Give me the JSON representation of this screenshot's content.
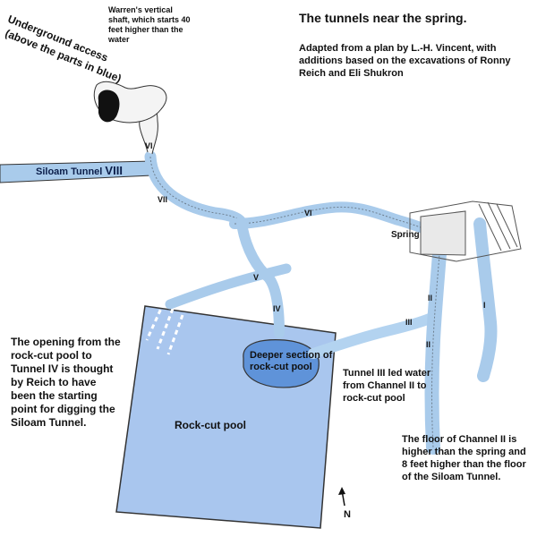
{
  "title": "The tunnels near the spring.",
  "subtitle": "Adapted from a plan by L.-H. Vincent, with additions based on the excavations of Ronny Reich and Eli Shukron",
  "underground_access": {
    "line1": "Underground access",
    "line2": "(above the parts in blue)"
  },
  "warren_shaft": "Warren's vertical shaft, which starts 40 feet higher than the water",
  "siloam_tunnel_label": "Siloam Tunnel",
  "tunnel_numbers": {
    "viii": "VIII",
    "vi_top": "VI",
    "vii": "VII",
    "vi": "VI",
    "v": "V",
    "iv": "IV",
    "iii": "III",
    "ii_upper": "II",
    "ii_lower": "II",
    "i": "I"
  },
  "spring_label": "Spring",
  "rock_cut_pool_label": "Rock-cut pool",
  "deeper_section_label": "Deeper section of rock-cut pool",
  "tunnel_iii_note": "Tunnel III led water from Channel II to rock-cut pool",
  "opening_note": "The opening from the rock-cut pool to Tunnel IV is thought by Reich to have been the starting point for digging the Siloam Tunnel.",
  "floor_note": "The floor of Channel II is higher than the spring and 8 feet higher than the floor of the Siloam Tunnel.",
  "north_label": "N",
  "colors": {
    "water_light": "#b3d3f0",
    "pool": "#a9c6ee",
    "pool_deep": "#5f93d9",
    "tunnel_blue": "#a9cbeb",
    "outline": "#333333",
    "shaft": "#111111"
  }
}
